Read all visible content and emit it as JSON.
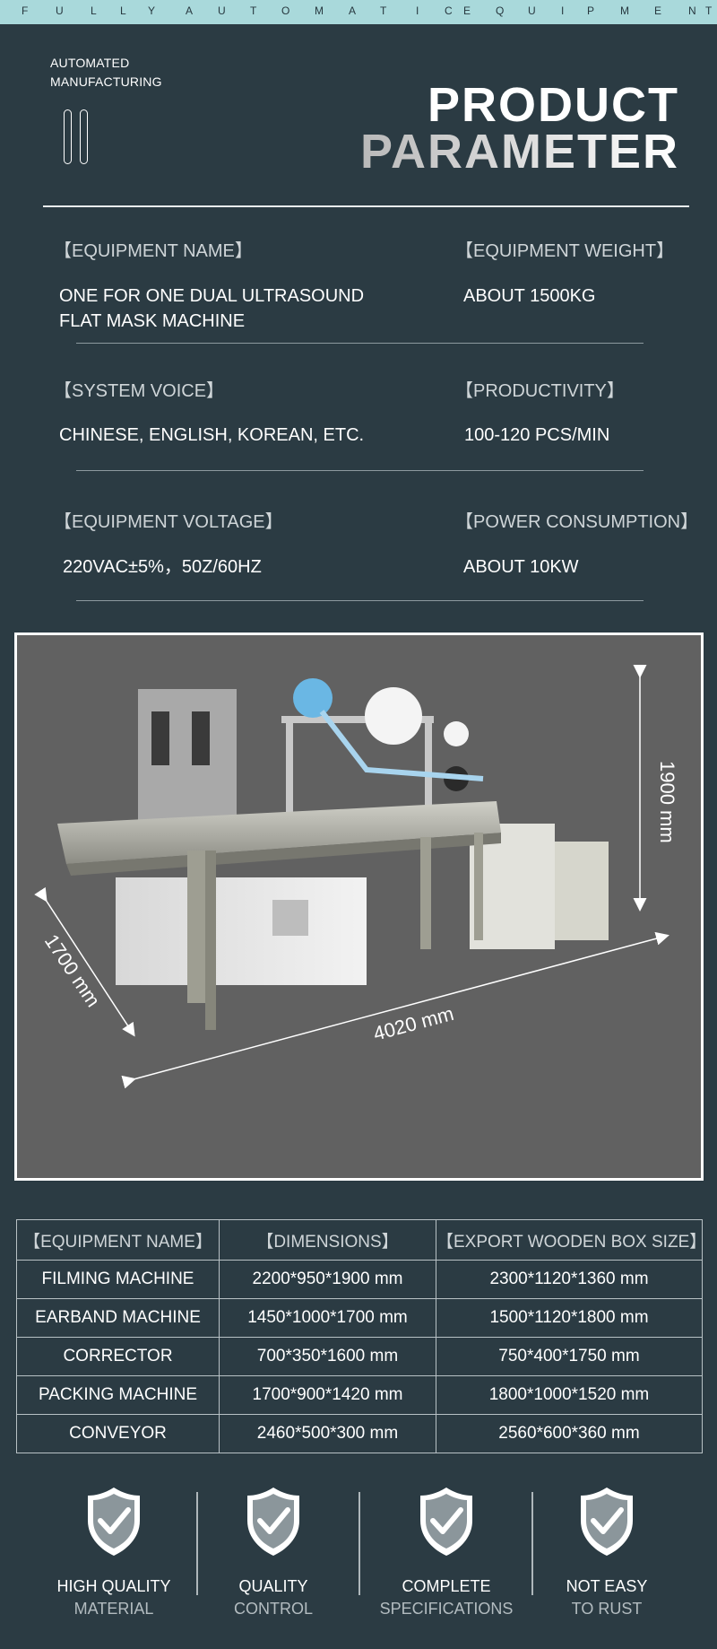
{
  "banner": {
    "letters": [
      "F",
      "U",
      "L",
      "L",
      "Y",
      "A",
      "U",
      "T",
      "O",
      "M",
      "A",
      "T",
      "I",
      "C",
      "E",
      "Q",
      "U",
      "I",
      "P",
      "M",
      "E",
      "N",
      "T"
    ]
  },
  "header": {
    "kicker_line1": "AUTOMATED",
    "kicker_line2": "MANUFACTURING",
    "title_line1": "PRODUCT",
    "title_line2": "PARAMETER"
  },
  "params": [
    {
      "label": "【EQUIPMENT NAME】",
      "value_line1": "ONE FOR ONE DUAL ULTRASOUND",
      "value_line2": "FLAT MASK MACHINE"
    },
    {
      "label": "【EQUIPMENT WEIGHT】",
      "value_line1": "ABOUT 1500KG"
    },
    {
      "label": "【SYSTEM VOICE】",
      "value_line1": "CHINESE, ENGLISH, KOREAN, ETC."
    },
    {
      "label": "【PRODUCTIVITY】",
      "value_line1": "100-120 PCS/MIN"
    },
    {
      "label": "【EQUIPMENT VOLTAGE】",
      "value_line1": "220VAC±5%，50Z/60HZ"
    },
    {
      "label": "【POWER CONSUMPTION】",
      "value_line1": "ABOUT 10KW"
    }
  ],
  "photo": {
    "height_label": "1900 mm",
    "depth_label": "1700 mm",
    "length_label": "4020 mm"
  },
  "spec_table": {
    "headers": [
      "【EQUIPMENT NAME】",
      "【DIMENSIONS】",
      "【EXPORT WOODEN BOX SIZE】"
    ],
    "rows": [
      [
        "FILMING MACHINE",
        "2200*950*1900 mm",
        "2300*1120*1360 mm"
      ],
      [
        "EARBAND MACHINE",
        "1450*1000*1700 mm",
        "1500*1120*1800 mm"
      ],
      [
        "CORRECTOR",
        "700*350*1600 mm",
        "750*400*1750 mm"
      ],
      [
        "PACKING MACHINE",
        "1700*900*1420 mm",
        "1800*1000*1520 mm"
      ],
      [
        "CONVEYOR",
        "2460*500*300 mm",
        "2560*600*360 mm"
      ]
    ]
  },
  "features": [
    {
      "icon": "shield-check-icon",
      "line1": "HIGH QUALITY",
      "line2": "MATERIAL"
    },
    {
      "icon": "shield-check-icon",
      "line1": "QUALITY",
      "line2": "CONTROL"
    },
    {
      "icon": "shield-check-icon",
      "line1": "COMPLETE",
      "line2": "SPECIFICATIONS"
    },
    {
      "icon": "shield-check-icon",
      "line1": "NOT EASY",
      "line2": "TO RUST"
    }
  ],
  "colors": {
    "background": "#2b3b43",
    "banner": "#a9d9db",
    "photo_bg": "#616161"
  }
}
